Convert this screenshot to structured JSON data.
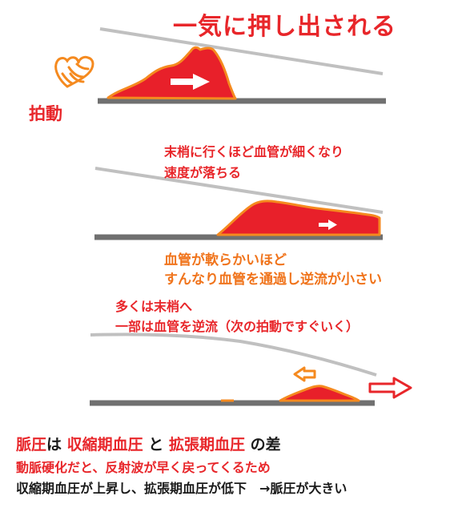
{
  "panel1": {
    "title": "一気に押し出される",
    "heart_label": "拍動"
  },
  "panel2": {
    "note_line1": "末梢に行くほど血管が細くなり",
    "note_line2": "速度が落ちる",
    "note2_line1": "血管が軟らかいほど",
    "note2_line2": "すんなり血管を通過し逆流が小さい"
  },
  "panel3": {
    "note_line1": "多くは末梢へ",
    "note_line2": "一部は血管を逆流（次の拍動ですぐいく）"
  },
  "summary": {
    "l1_a": "脈圧",
    "l1_b": "は",
    "l1_c": "収縮期血圧",
    "l1_d": "と",
    "l1_e": "拡張期血圧",
    "l1_f": "の差",
    "line2": "動脈硬化だと、反射波が早く戻ってくるため",
    "line3": "収縮期血圧が上昇し、拡張期血圧が低下　→脈圧が大きい"
  },
  "colors": {
    "wave_fill": "#e8202a",
    "wave_outline": "#f58a1f",
    "vessel_floor": "#707070",
    "vessel_wall": "#c0c0c0",
    "arrow_white": "#ffffff",
    "text_red": "#e8262a",
    "text_orange": "#f0741c"
  }
}
